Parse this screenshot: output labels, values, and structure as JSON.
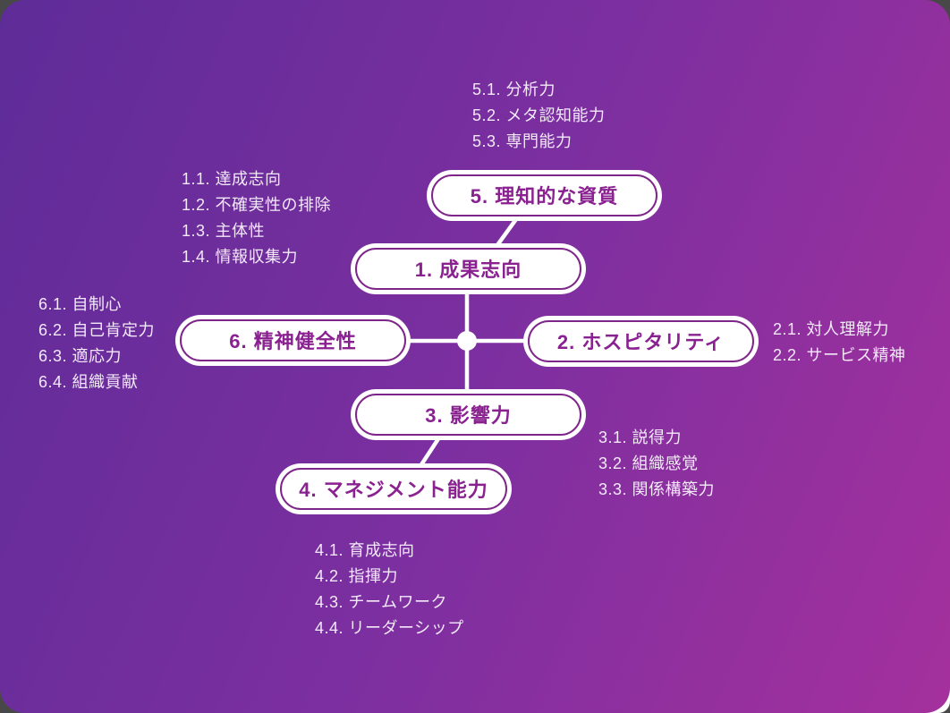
{
  "colors": {
    "bg_start": "#5e2c98",
    "bg_mid": "#7d2fa0",
    "bg_end": "#a4309d",
    "node_border": "#7e2589",
    "node_text": "#8a2190",
    "line": "#ffffff",
    "list_text": "#f3e9f9"
  },
  "nodes": {
    "n1": {
      "label": "1. 成果志向",
      "items": [
        "1.1. 達成志向",
        "1.2. 不確実性の排除",
        "1.3. 主体性",
        "1.4. 情報収集力"
      ]
    },
    "n2": {
      "label": "2. ホスピタリティ",
      "items": [
        "2.1. 対人理解力",
        "2.2. サービス精神"
      ]
    },
    "n3": {
      "label": "3. 影響力",
      "items": [
        "3.1. 説得力",
        "3.2. 組織感覚",
        "3.3. 関係構築力"
      ]
    },
    "n4": {
      "label": "4. マネジメント能力",
      "items": [
        "4.1. 育成志向",
        "4.2. 指揮力",
        "4.3. チームワーク",
        "4.4. リーダーシップ"
      ]
    },
    "n5": {
      "label": "5. 理知的な資質",
      "items": [
        "5.1. 分析力",
        "5.2. メタ認知能力",
        "5.3. 専門能力"
      ]
    },
    "n6": {
      "label": "6. 精神健全性",
      "items": [
        "6.1. 自制心",
        "6.2. 自己肯定力",
        "6.3. 適応力",
        "6.4. 組織貢献"
      ]
    }
  }
}
